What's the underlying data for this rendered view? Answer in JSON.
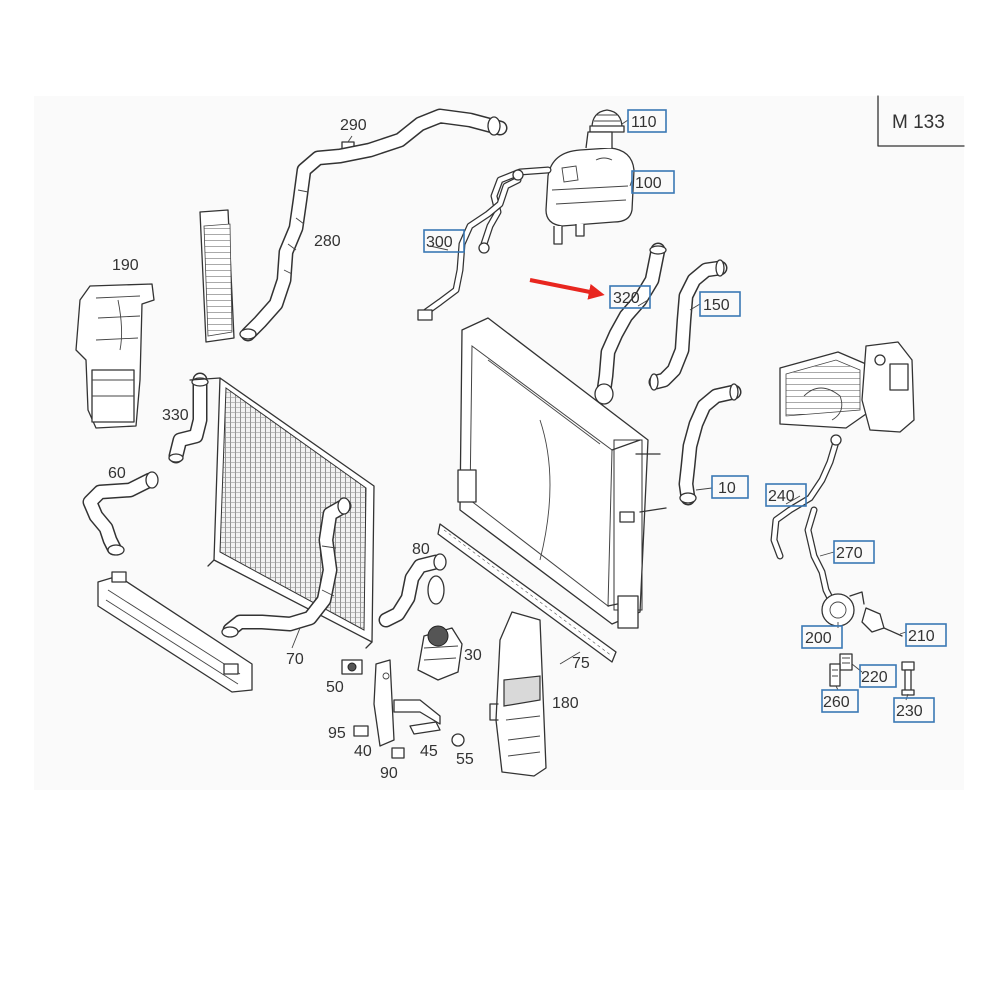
{
  "diagram_label": "M 133",
  "accent_color": "#e8261f",
  "highlight_box_color": "#3a78b5",
  "callouts_plain": {
    "c290": "290",
    "c280": "280",
    "c190": "190",
    "c330": "330",
    "c60": "60",
    "c70": "70",
    "c80": "80",
    "c30": "30",
    "c75": "75",
    "c50": "50",
    "c95": "95",
    "c40": "40",
    "c45": "45",
    "c55": "55",
    "c90": "90",
    "c180": "180"
  },
  "callouts_boxed": {
    "c110": "110",
    "c100": "100",
    "c300": "300",
    "c320": "320",
    "c150": "150",
    "c10": "10",
    "c240": "240",
    "c270": "270",
    "c200": "200",
    "c210": "210",
    "c220": "220",
    "c260": "260",
    "c230": "230"
  }
}
